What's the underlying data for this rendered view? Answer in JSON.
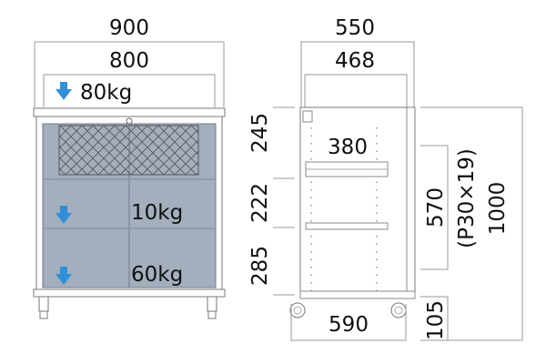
{
  "front_view": {
    "outer_width": "900",
    "inner_width": "800",
    "top_load": "80kg",
    "middle_load": "10kg",
    "bottom_load": "60kg",
    "height_top": "245",
    "height_middle": "222",
    "height_bottom": "285"
  },
  "side_view": {
    "outer_depth": "550",
    "inner_depth": "468",
    "shelf_depth": "380",
    "caster_span": "590",
    "height_inner": "570",
    "pitch_note": "(P30×19)",
    "total_height": "1000",
    "caster_height": "105"
  },
  "colors": {
    "glass": "#a3afbd",
    "arrow": "#2f8fd8",
    "lines": "#9a9a9a"
  },
  "icons": {
    "load_arrow": "arrow-down-icon",
    "caster": "caster-wheel-icon"
  }
}
